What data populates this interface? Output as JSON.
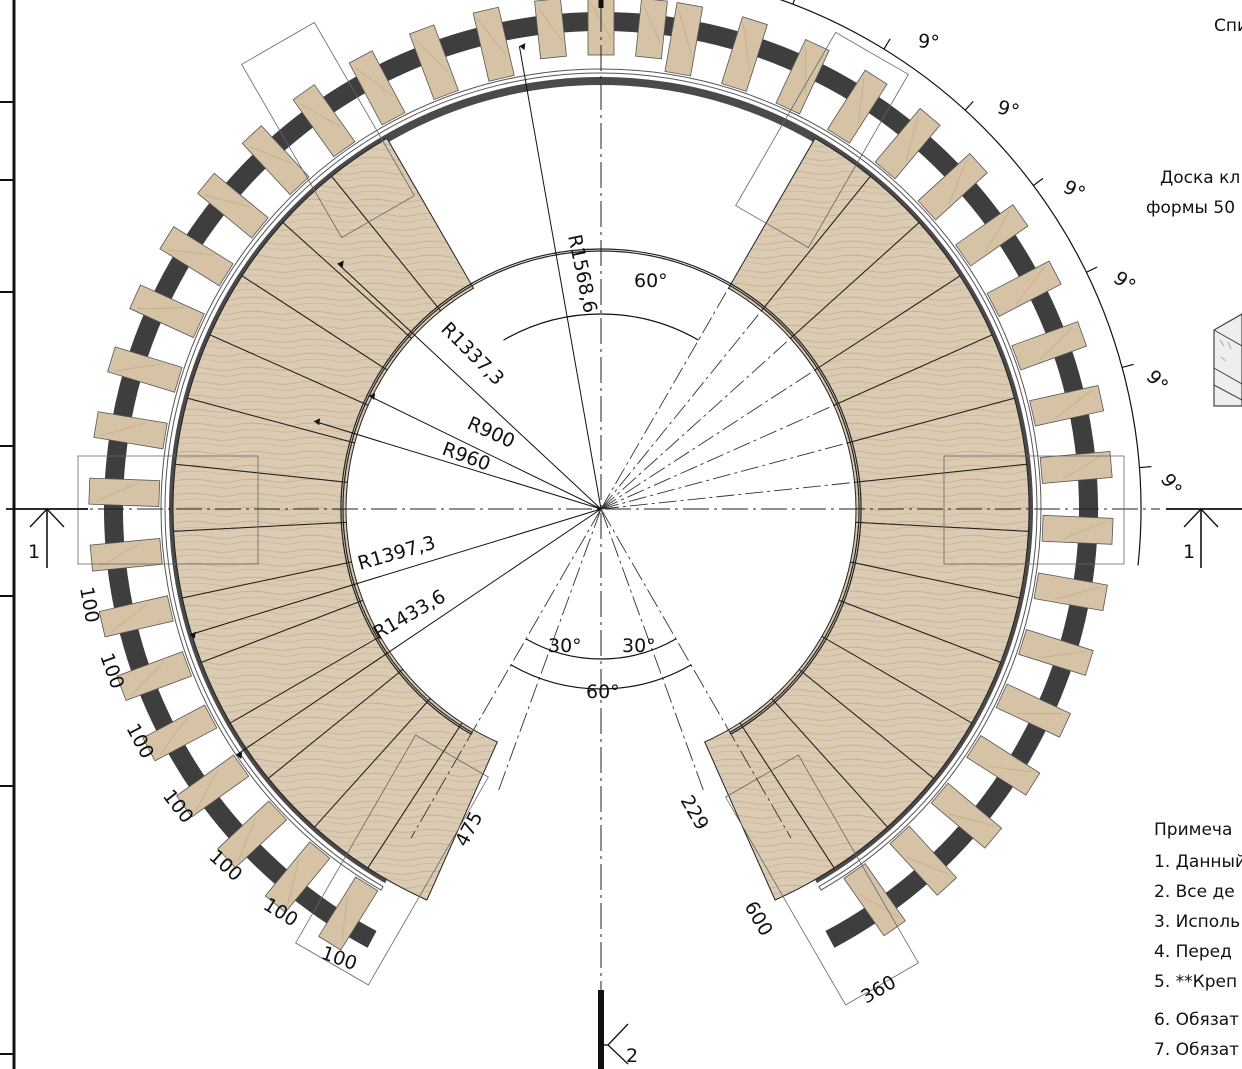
{
  "header_text": "Спи",
  "side_label": [
    "Доска кл",
    "формы 50"
  ],
  "radii": {
    "r1568": "R1568,6",
    "r1337": "R1337,3",
    "r900": "R900",
    "r960": "R960",
    "r1397": "R1397,3",
    "r1433": "R1433,6"
  },
  "angles": {
    "top": "60°",
    "bottom": "60°",
    "left": "30°",
    "right": "30°",
    "step": "9°"
  },
  "dims": {
    "d100": "100",
    "d475": "475",
    "d229": "229",
    "d600": "600",
    "d360": "360"
  },
  "section_marks": {
    "left": "1",
    "right": "1",
    "bottom": "2"
  },
  "notes": {
    "title": "Примеча",
    "items": [
      "1. Данный",
      "2. Все де",
      "3. Исполь",
      "4. Перед",
      "5. **Креп",
      "6. Обязат",
      "7. Обязат"
    ]
  },
  "colors": {
    "wood": "#d8c8b0",
    "wood_dark": "#c9b59a",
    "steel": "#3d3d3d",
    "line": "#111111"
  }
}
